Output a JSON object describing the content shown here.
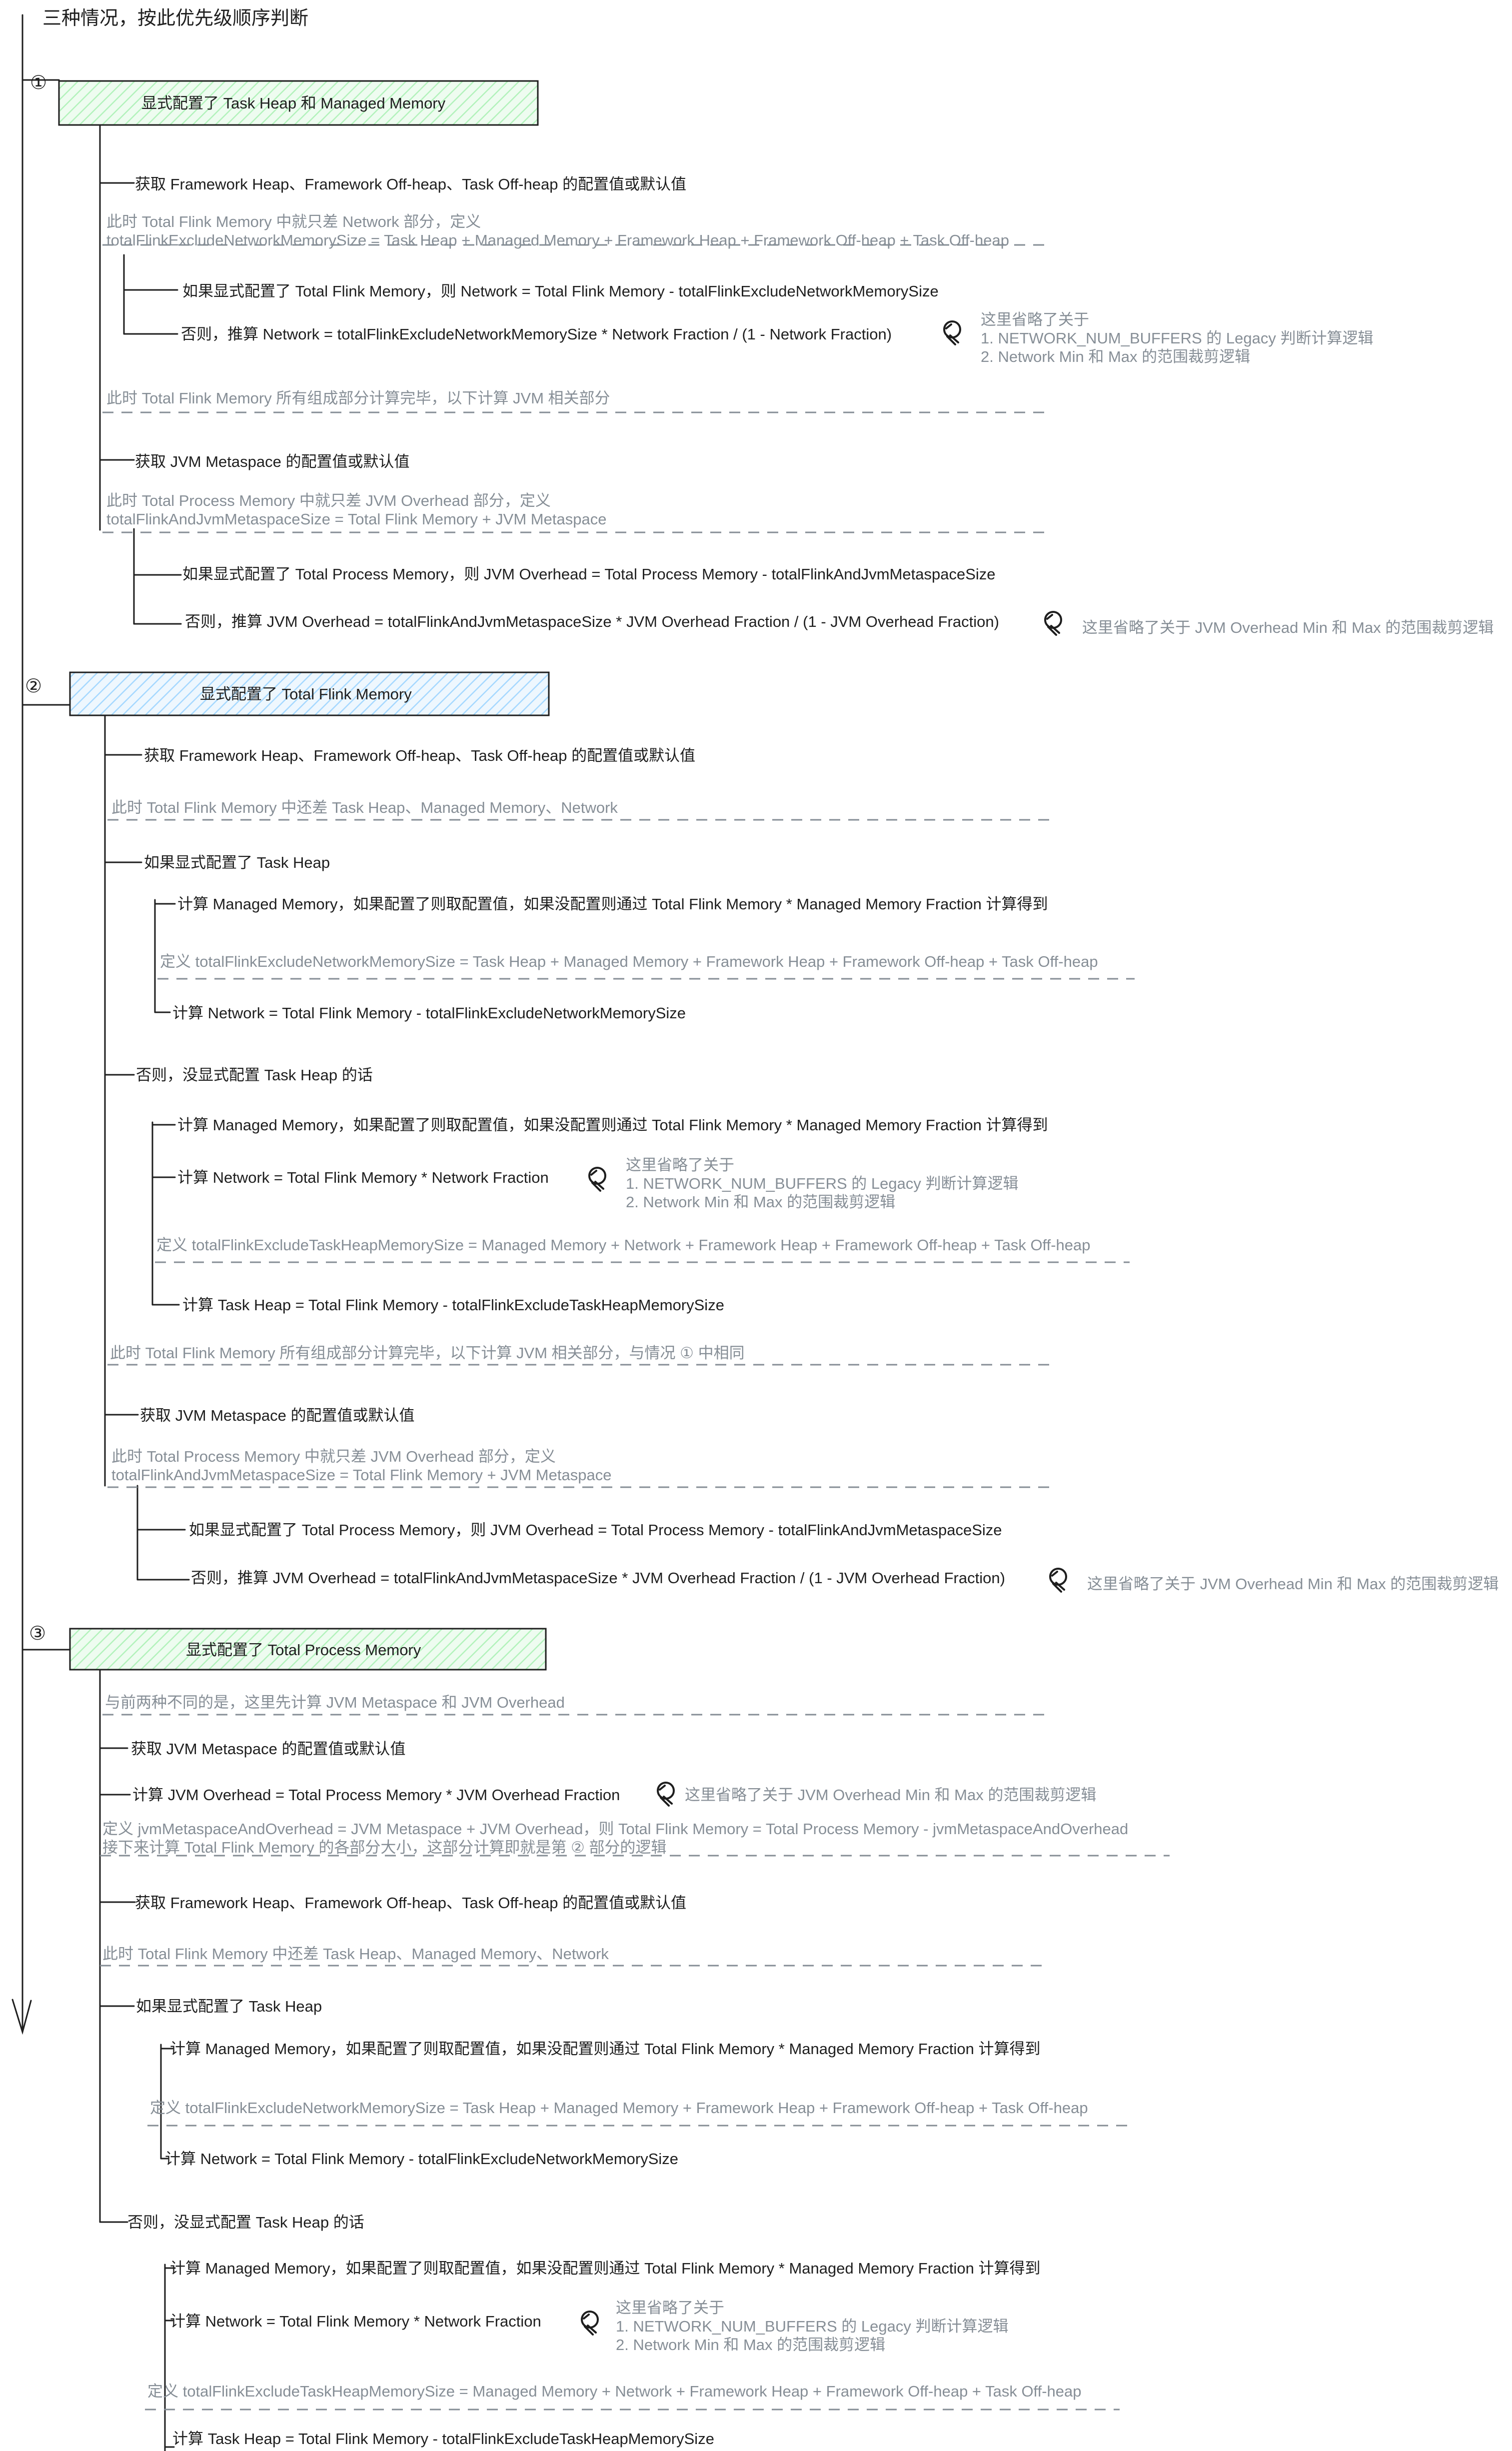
{
  "title": "三种情况，按此优先级顺序判断",
  "colors": {
    "stroke": "#1e1e1e",
    "note": "#868e96",
    "green_fill": "#b2f2bb",
    "blue_fill": "#a5d8ff"
  },
  "icons": {
    "note": "bulb-icon"
  },
  "case1": {
    "num": "①",
    "box": "显式配置了 Task Heap 和 Managed Memory",
    "l1": "获取 Framework Heap、Framework Off-heap、Task Off-heap 的配置值或默认值",
    "n1a": "此时 Total Flink Memory 中就只差 Network 部分，定义",
    "n1b": "totalFlinkExcludeNetworkMemorySize = Task Heap + Managed Memory + Framework Heap + Framework Off-heap + Task Off-heap",
    "l2": "如果显式配置了 Total Flink Memory，则 Network = Total Flink Memory - totalFlinkExcludeNetworkMemorySize",
    "l3": "否则，推算 Network = totalFlinkExcludeNetworkMemorySize * Network Fraction / (1 - Network Fraction)",
    "c1a": "这里省略了关于",
    "c1b": "1. NETWORK_NUM_BUFFERS 的 Legacy 判断计算逻辑",
    "c1c": "2. Network Min 和 Max 的范围裁剪逻辑",
    "n2": "此时 Total Flink Memory 所有组成部分计算完毕，以下计算 JVM 相关部分",
    "l4": "获取 JVM Metaspace 的配置值或默认值",
    "n3a": "此时 Total Process Memory 中就只差 JVM Overhead 部分，定义",
    "n3b": "totalFlinkAndJvmMetaspaceSize = Total Flink Memory + JVM Metaspace",
    "l5": "如果显式配置了 Total Process Memory，则 JVM Overhead = Total Process Memory - totalFlinkAndJvmMetaspaceSize",
    "l6": "否则，推算 JVM Overhead = totalFlinkAndJvmMetaspaceSize * JVM Overhead Fraction / (1 - JVM Overhead Fraction)",
    "c2": "这里省略了关于 JVM Overhead Min 和 Max 的范围裁剪逻辑"
  },
  "case2": {
    "num": "②",
    "box": "显式配置了 Total Flink Memory",
    "l1": "获取 Framework Heap、Framework Off-heap、Task Off-heap 的配置值或默认值",
    "n1": "此时 Total Flink Memory 中还差 Task Heap、Managed Memory、Network",
    "l2": "如果显式配置了 Task Heap",
    "l3": "计算 Managed Memory，如果配置了则取配置值，如果没配置则通过 Total Flink Memory * Managed Memory Fraction 计算得到",
    "n2": "定义 totalFlinkExcludeNetworkMemorySize = Task Heap + Managed Memory + Framework Heap + Framework Off-heap + Task Off-heap",
    "l4": "计算 Network = Total Flink Memory - totalFlinkExcludeNetworkMemorySize",
    "l5": "否则，没显式配置 Task Heap 的话",
    "l6": "计算 Managed Memory，如果配置了则取配置值，如果没配置则通过 Total Flink Memory * Managed Memory Fraction 计算得到",
    "l7": "计算 Network = Total Flink Memory * Network Fraction",
    "c1a": "这里省略了关于",
    "c1b": "1. NETWORK_NUM_BUFFERS 的 Legacy 判断计算逻辑",
    "c1c": "2. Network Min 和 Max 的范围裁剪逻辑",
    "n3": "定义 totalFlinkExcludeTaskHeapMemorySize = Managed Memory + Network + Framework Heap + Framework Off-heap + Task Off-heap",
    "l8": "计算 Task Heap = Total Flink Memory - totalFlinkExcludeTaskHeapMemorySize",
    "n4": "此时 Total Flink Memory 所有组成部分计算完毕，以下计算 JVM 相关部分，与情况 ① 中相同",
    "l9": "获取 JVM Metaspace 的配置值或默认值",
    "n5a": "此时 Total Process Memory 中就只差 JVM Overhead 部分，定义",
    "n5b": "totalFlinkAndJvmMetaspaceSize = Total Flink Memory + JVM Metaspace",
    "l10": "如果显式配置了 Total Process Memory，则 JVM Overhead = Total Process Memory - totalFlinkAndJvmMetaspaceSize",
    "l11": "否则，推算 JVM Overhead = totalFlinkAndJvmMetaspaceSize * JVM Overhead Fraction / (1 - JVM Overhead Fraction)",
    "c2": "这里省略了关于 JVM Overhead Min 和 Max 的范围裁剪逻辑"
  },
  "case3": {
    "num": "③",
    "box": "显式配置了 Total Process Memory",
    "n1": "与前两种不同的是，这里先计算 JVM Metaspace 和 JVM Overhead",
    "l1": "获取 JVM Metaspace 的配置值或默认值",
    "l2": "计算 JVM Overhead = Total Process Memory * JVM Overhead Fraction",
    "c1": "这里省略了关于 JVM Overhead Min 和 Max 的范围裁剪逻辑",
    "n2a": "定义 jvmMetaspaceAndOverhead = JVM Metaspace + JVM Overhead，则 Total Flink Memory = Total Process Memory - jvmMetaspaceAndOverhead",
    "n2b": "接下来计算 Total Flink Memory 的各部分大小，这部分计算即就是第 ② 部分的逻辑",
    "l3": "获取 Framework Heap、Framework Off-heap、Task Off-heap 的配置值或默认值",
    "n3": "此时 Total Flink Memory 中还差 Task Heap、Managed Memory、Network",
    "l4": "如果显式配置了 Task Heap",
    "l5": "计算 Managed Memory，如果配置了则取配置值，如果没配置则通过 Total Flink Memory * Managed Memory Fraction 计算得到",
    "n4": "定义 totalFlinkExcludeNetworkMemorySize = Task Heap + Managed Memory + Framework Heap + Framework Off-heap + Task Off-heap",
    "l6": "计算 Network = Total Flink Memory - totalFlinkExcludeNetworkMemorySize",
    "l7": "否则，没显式配置 Task Heap 的话",
    "l8": "计算 Managed Memory，如果配置了则取配置值，如果没配置则通过 Total Flink Memory * Managed Memory Fraction 计算得到",
    "l9": "计算 Network = Total Flink Memory * Network Fraction",
    "c2a": "这里省略了关于",
    "c2b": "1. NETWORK_NUM_BUFFERS 的 Legacy 判断计算逻辑",
    "c2c": "2. Network Min 和 Max 的范围裁剪逻辑",
    "n5": "定义 totalFlinkExcludeTaskHeapMemorySize = Managed Memory + Network + Framework Heap + Framework Off-heap + Task Off-heap",
    "l10": "计算 Task Heap = Total Flink Memory - totalFlinkExcludeTaskHeapMemorySize"
  }
}
